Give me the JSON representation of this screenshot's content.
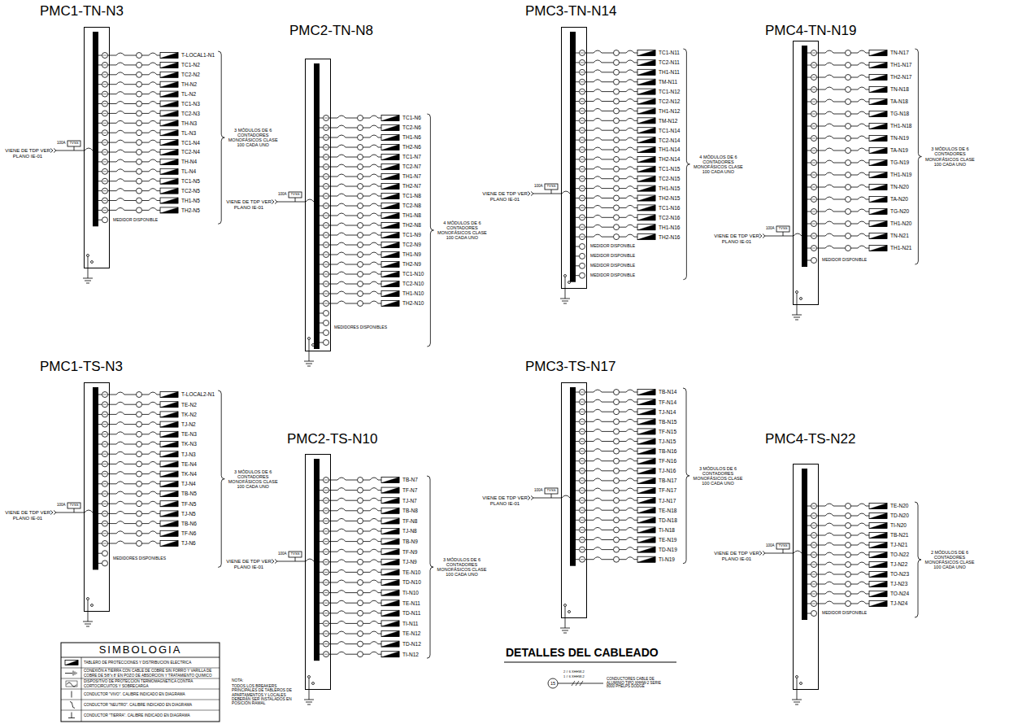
{
  "diagram": {
    "nodes": [
      {
        "text": [
          "PMC1-TN-N3"
        ]
      },
      {
        "text": [
          "PMC2-TN-N8"
        ]
      },
      {
        "text": [
          "PMC3-TN-N14"
        ]
      },
      {
        "text": [
          "PMC4-TN-N19"
        ]
      },
      {
        "text": [
          "PMC1-TS-N3"
        ]
      },
      {
        "text": [
          "PMC2-TS-N10"
        ]
      },
      {
        "text": [
          "PMC3-TS-N17"
        ]
      },
      {
        "text": [
          "PMC4-TS-N22"
        ]
      }
    ],
    "labels": [
      "T-LOCAL1-N1",
      "TC1-N2",
      "TC2-N2",
      "TH-N2",
      "TL-N2",
      "TC1-N3",
      "TC2-N3",
      "TH-N3",
      "TL-N3",
      "TC1-N4",
      "TC2-N4",
      "TH-N4",
      "TL-N4",
      "TC1-N5",
      "TC2-N5",
      "TH1-N5",
      "TH2-N5",
      "MEDIDOR DISPONIBLE",
      "3 MÓDULOS DE 6 CONTADORES MONOFÁSICOS CLASE 100 CADA UNO",
      "VIENE DE TDP VER PLANO IE-01",
      "100A",
      "TVSS",
      "TC1-N6",
      "TC2-N6",
      "TH1-N6",
      "TH2-N6",
      "TC1-N7",
      "TC2-N7",
      "TH1-N7",
      "TH2-N7",
      "TC1-N8",
      "TC2-N8",
      "TH1-N8",
      "TH2-N8",
      "TC1-N9",
      "TC2-N9",
      "TH1-N9",
      "TH2-N9",
      "TC1-N10",
      "TC2-N10",
      "TH1-N10",
      "TH2-N10",
      "MEDIDORES DISPONIBLES",
      "4 MÓDULOS DE 6 CONTADORES MONOFÁSICOS CLASE 100 CADA UNO",
      "VIENE DE TDP VER PLANO IE-01",
      "100A",
      "TVSS",
      "TC1-N11",
      "TC2-N11",
      "TH1-N11",
      "TM-N11",
      "TC1-N12",
      "TC2-N12",
      "TH1-N12",
      "TM-N12",
      "TC1-N14",
      "TC2-N14",
      "TH1-N14",
      "TH2-N14",
      "TC1-N15",
      "TC2-N15",
      "TH1-N15",
      "TH2-N15",
      "TC1-N16",
      "TC2-N16",
      "TH1-N16",
      "TH2-N16",
      "MEDIDOR DISPONIBLE",
      "MEDIDOR DISPONIBLE",
      "MEDIDOR DISPONIBLE",
      "MEDIDOR DISPONIBLE",
      "4 MÓDULOS DE 6 CONTADORES MONOFÁSICOS CLASE 100 CADA UNO",
      "VIENE DE TDP VER PLANO IE-01",
      "100A",
      "TVSS",
      "TN-N17",
      "TH1-N17",
      "TH2-N17",
      "TN-N18",
      "TA-N18",
      "TG-N18",
      "TH1-N18",
      "TN-N19",
      "TA-N19",
      "TG-N19",
      "TH1-N19",
      "TN-N20",
      "TA-N20",
      "TG-N20",
      "TH1-N20",
      "TN-N21",
      "TH1-N21",
      "MEDIDOR DISPONIBLE",
      "3 MÓDULOS DE 6 CONTADORES MONOFÁSICOS CLASE 100 CADA UNO",
      "VIENE DE TDP VER PLANO IE-01",
      "100A",
      "TVSS",
      "T-LOCAL2-N1",
      "TE-N2",
      "TK-N2",
      "TJ-N2",
      "TE-N3",
      "TK-N3",
      "TJ-N3",
      "TE-N4",
      "TK-N4",
      "TJ-N4",
      "TB-N5",
      "TF-N5",
      "TJ-N5",
      "TB-N6",
      "TF-N6",
      "TJ-N6",
      "MEDIDORES DISPONIBLES",
      "3 MÓDULOS DE 6 CONTADORES MONOFÁSICOS CLASE 100 CADA UNO",
      "VIENE DE TDP VER PLANO IE-01",
      "100A",
      "TVSS",
      "TB-N7",
      "TF-N7",
      "TJ-N7",
      "TB-N8",
      "TF-N8",
      "TJ-N8",
      "TB-N9",
      "TF-N9",
      "TJ-N9",
      "TE-N10",
      "TD-N10",
      "TI-N10",
      "TE-N11",
      "TD-N11",
      "TI-N11",
      "TE-N12",
      "TD-N12",
      "TI-N12",
      "3 MÓDULOS DE 6 CONTADORES MONOFÁSICOS CLASE 100 CADA UNO",
      "VIENE DE TDP VER PLANO IE-01",
      "100A",
      "TVSS",
      "TB-N14",
      "TF-N14",
      "TJ-N14",
      "TB-N15",
      "TF-N15",
      "TJ-N15",
      "TB-N16",
      "TF-N16",
      "TJ-N16",
      "TB-N17",
      "TF-N17",
      "TJ-N17",
      "TE-N18",
      "TD-N18",
      "TI-N18",
      "TE-N19",
      "TD-N19",
      "TI-N19",
      "3 MÓDULOS DE 6 CONTADORES MONOFÁSICOS CLASE 100 CADA UNO",
      "VIENE DE TDP VER PLANO IE-01",
      "100A",
      "TVSS",
      "TE-N20",
      "TD-N20",
      "TI-N20",
      "TB-N21",
      "TJ-N21",
      "TO-N22",
      "TJ-N22",
      "TO-N23",
      "TJ-N23",
      "TO-N24",
      "TJ-N24",
      "MEDIDOR DISPONIBLE",
      "2 MÓDULOS DE 6 CONTADORES MONOFÁSICOS CLASE 100 CADA UNO",
      "VIENE DE TDP VER PLANO IE-01",
      "100A",
      "TVSS",
      "SIMBOLOGIA",
      "NOTA:",
      "TODOS LOS BREAKERS PRINCIPALES DE TABLEROS DE APARTAMENTOS Y LOCALES DEBERÁN SER INSTALADOS EN POSICIÓN RAMAL",
      "DETALLES DEL CABLEADO",
      "15",
      "2 # 6 XHHW-2",
      "1 # 6 XHHW-2",
      "CONDUCTORES CABLE DE ALUMINIO TIPO XHHW-2 SERIE 8000 PHELPS DODGE"
    ],
    "legend": [
      {
        "text": "TABLERO DE PROTECCIONES Y DISTRIBUCION ELECTRICA"
      },
      {
        "text": "CONEXIÓN A TIERRA CON CABLE DE COBRE SIN FORRO Y VARILLA DE COBRE DE 5/8\"x 8' EN POZO DE ABSORCION Y TRATAMIENTO QUIMICO"
      },
      {
        "text": "DISPOSITIVO DE PROTECCION TERMOMAGNETICA CONTRA CORTOCIRCUITOS Y SOBRECARGA"
      },
      {
        "text": "CONDUCTOR \"VIVO\". CALIBRE INDICADO EN DIAGRAMA"
      },
      {
        "text": "CONDUCTOR \"NEUTRO\". CALIBRE INDICADO EN DIAGRAMA"
      },
      {
        "text": "CONDUCTOR \"TIERRA\". CALIBRE INDICADO EN DIAGRAMA"
      }
    ]
  }
}
